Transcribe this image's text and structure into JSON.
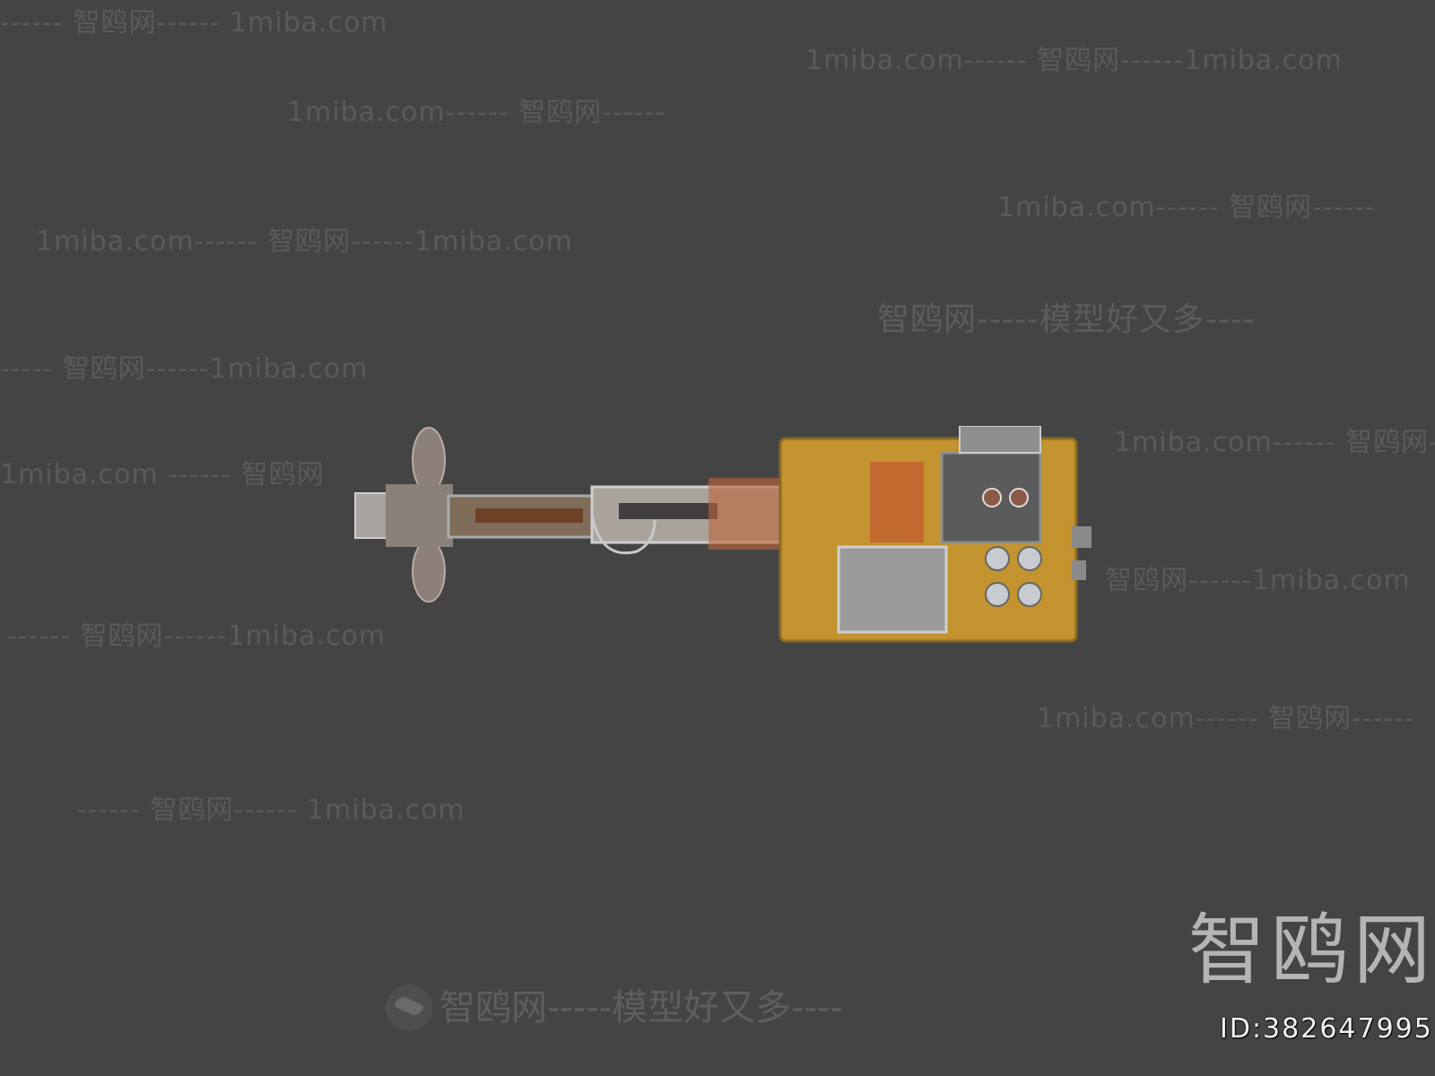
{
  "watermarks": [
    "------ 智鸥网------ 1miba.com",
    "1miba.com------ 智鸥网------1miba.com",
    "1miba.com------ 智鸥网------",
    "1miba.com------ 智鸥网------",
    "1miba.com------ 智鸥网------1miba.com",
    "智鸥网-----模型好又多----",
    "----- 智鸥网------1miba.com",
    "1miba.com------ 智鸥网-",
    "1miba.com ------ 智鸥网",
    "智鸥网------1miba.com",
    "------ 智鸥网------1miba.com",
    "1miba.com------ 智鸥网------",
    "------ 智鸥网------ 1miba.com"
  ],
  "bottom_slogan": "智鸥网-----模型好又多----",
  "logo_text": "智鸥网",
  "id_label": "ID:382647995",
  "colors": {
    "background": "#444444",
    "body_yellow": "#c9972e",
    "metal": "#9a9a9a",
    "rust": "#b5592a"
  }
}
